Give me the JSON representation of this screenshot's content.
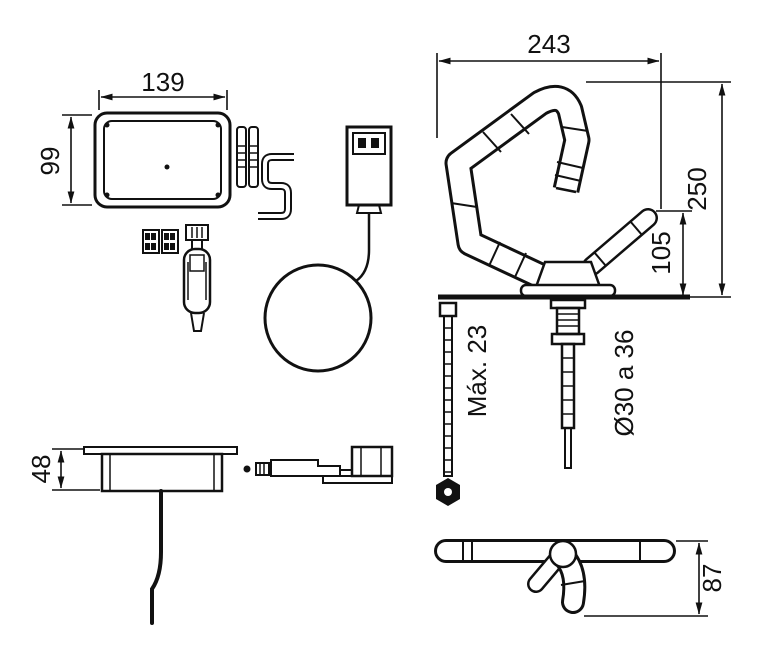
{
  "drawing": {
    "background": "#ffffff",
    "line_color": "#111111",
    "labels": {
      "control_box_width": "139",
      "control_box_height": "99",
      "recessed_box_height": "48",
      "spout_reach": "243",
      "faucet_height": "250",
      "handle_height": "105",
      "max_counter_thickness": "Máx. 23",
      "mounting_hole_diameter": "Ø30 a 36",
      "top_view_height": "87"
    }
  }
}
